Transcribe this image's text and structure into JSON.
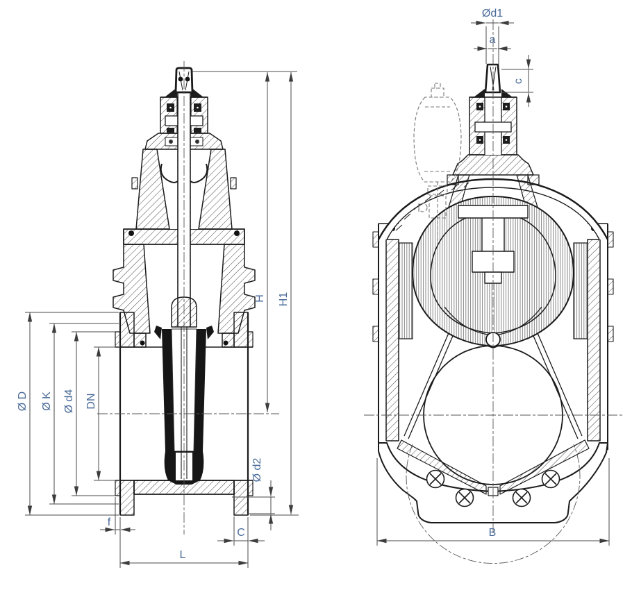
{
  "drawing": {
    "title": "Gate valve sectional technical drawing, two views",
    "label_color": "#4a6b99",
    "line_color": "#1b1b1b",
    "dim_line_color": "#4a4a4a"
  },
  "dims": {
    "d": "Ø D",
    "k": "Ø K",
    "d4": "Ø d4",
    "dn": "DN",
    "h": "H",
    "h1": "H1",
    "d2": "Ø d2",
    "f": "f",
    "c_upper": "C",
    "l": "L",
    "d1": "Ød1",
    "a": "a",
    "c_lower": "c",
    "b": "B"
  }
}
